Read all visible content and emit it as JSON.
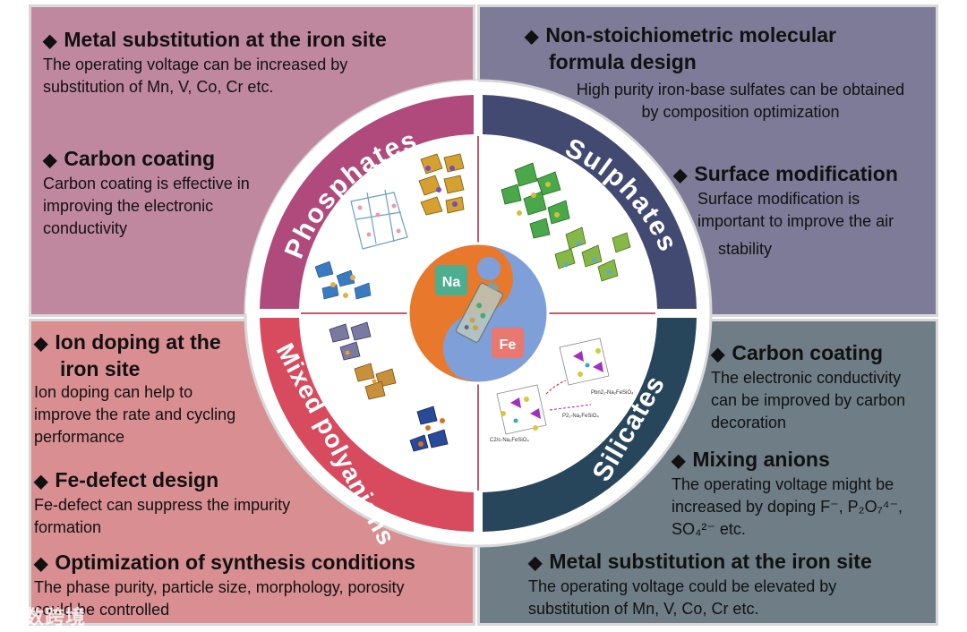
{
  "quadrants": {
    "top_left": [
      {
        "heading": "Metal substitution at the iron site",
        "body": [
          "The operating voltage can be increased by",
          "substitution of Mn, V, Co, Cr etc."
        ]
      },
      {
        "heading": "Carbon coating",
        "body": [
          "Carbon coating is effective in",
          "improving the electronic",
          "conductivity"
        ]
      }
    ],
    "top_right": [
      {
        "heading": [
          "Non-stoichiometric molecular",
          "formula design"
        ],
        "body": [
          "High purity iron-base sulfates can be obtained",
          "by composition optimization"
        ]
      },
      {
        "heading": "Surface modification",
        "body": [
          "Surface modification is",
          "important to improve the air",
          "stability"
        ]
      }
    ],
    "bottom_left": [
      {
        "heading": [
          "Ion doping at the",
          "iron site"
        ],
        "body": [
          "Ion doping can help to",
          "improve the rate and cycling",
          "performance"
        ]
      },
      {
        "heading": "Fe-defect design",
        "body": [
          "Fe-defect can suppress the impurity",
          "formation"
        ]
      },
      {
        "heading": "Optimization of synthesis conditions",
        "body": [
          "The phase purity, particle size, morphology, porosity",
          "could be controlled"
        ]
      }
    ],
    "bottom_right": [
      {
        "heading": "Carbon coating",
        "body": [
          "The electronic conductivity",
          "can be improved by carbon",
          "decoration"
        ]
      },
      {
        "heading": "Mixing anions",
        "body": [
          "The operating voltage might be",
          "increased by doping F⁻, P₂O₇⁴⁻,",
          "SO₄²⁻ etc."
        ]
      },
      {
        "heading": "Metal substitution at the iron site",
        "body": [
          "The operating voltage could be elevated by",
          "substitution of Mn, V, Co, Cr etc."
        ]
      }
    ]
  },
  "wheel": {
    "labels": {
      "phosphates": "Phosphates",
      "sulphates": "Sulphates",
      "mixed": "Mixed polyanions",
      "silicates": "Silicates"
    },
    "center": {
      "na": "Na",
      "fe": "Fe"
    },
    "colors": {
      "phosphates": "#b04a7c",
      "sulphates": "#434a72",
      "mixed": "#d84a5e",
      "silicates": "#27465c",
      "center_orange": "#e8782c",
      "center_blue": "#7f9fd8",
      "na_badge": "#4cae8e",
      "fe_badge": "#e87870"
    }
  },
  "diagram_labels": {
    "c2_a": "C2/c-Na₂FeSiO₄",
    "c2_b": "P2₁-Na₂FeSiO₄",
    "c2_c": "Pbn2₁-Na₂FeSiO₄"
  },
  "watermark": "六数跨境"
}
